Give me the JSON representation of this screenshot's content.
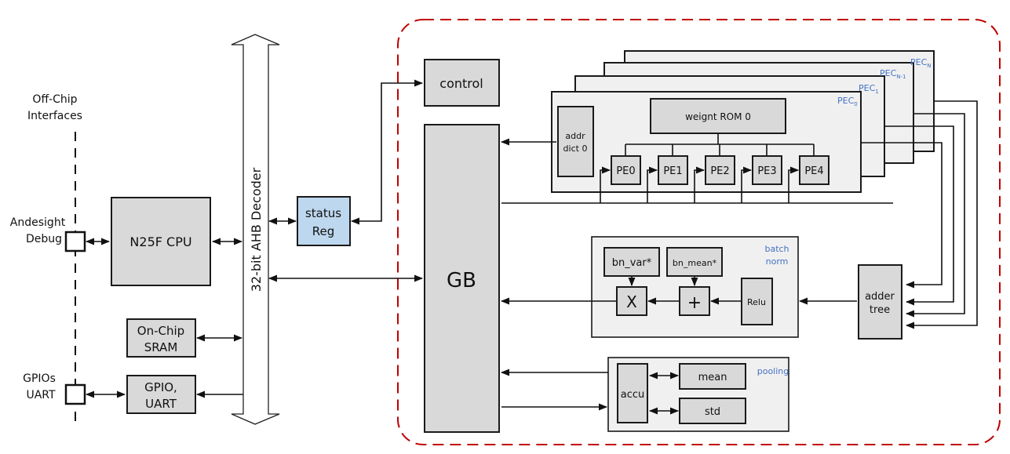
{
  "title": "CNN accelerator SoC block diagram",
  "colors": {
    "boundary": "#c00000",
    "block_fill": "#d9d9d9",
    "status_reg_fill": "#bdd7ee",
    "sublabel": "#4472c4"
  },
  "left": {
    "off_chip_label_line1": "Off-Chip",
    "off_chip_label_line2": "Interfaces",
    "debug_label_line1": "Andesight",
    "debug_label_line2": "Debug",
    "gpio_label_line1": "GPIOs",
    "gpio_label_line2": "UART"
  },
  "soc": {
    "cpu": "N25F CPU",
    "sram_line1": "On-Chip",
    "sram_line2": "SRAM",
    "gpio_line1": "GPIO,",
    "gpio_line2": "UART",
    "bus": "32-bit AHB Decoder",
    "status_line1": "status",
    "status_line2": "Reg"
  },
  "accelerator": {
    "control": "control",
    "gb": "GB",
    "pec_labels": [
      {
        "base": "PEC",
        "sub": "0"
      },
      {
        "base": "PEC",
        "sub": "1"
      },
      {
        "base": "PEC",
        "sub": "N-1"
      },
      {
        "base": "PEC",
        "sub": "N"
      }
    ],
    "addr_dict_line1": "addr",
    "addr_dict_line2": "dict 0",
    "weight_rom": "weignt ROM 0",
    "pes": [
      "PE0",
      "PE1",
      "PE2",
      "PE3",
      "PE4"
    ],
    "batch_norm": {
      "label_line1": "batch",
      "label_line2": "norm",
      "bn_var": "bn_var*",
      "bn_mean": "bn_mean*",
      "mul": "X",
      "add": "+",
      "relu": "Relu"
    },
    "adder_tree_line1": "adder",
    "adder_tree_line2": "tree",
    "pooling": {
      "label": "pooling",
      "accu": "accu",
      "mean": "mean",
      "std": "std"
    }
  }
}
